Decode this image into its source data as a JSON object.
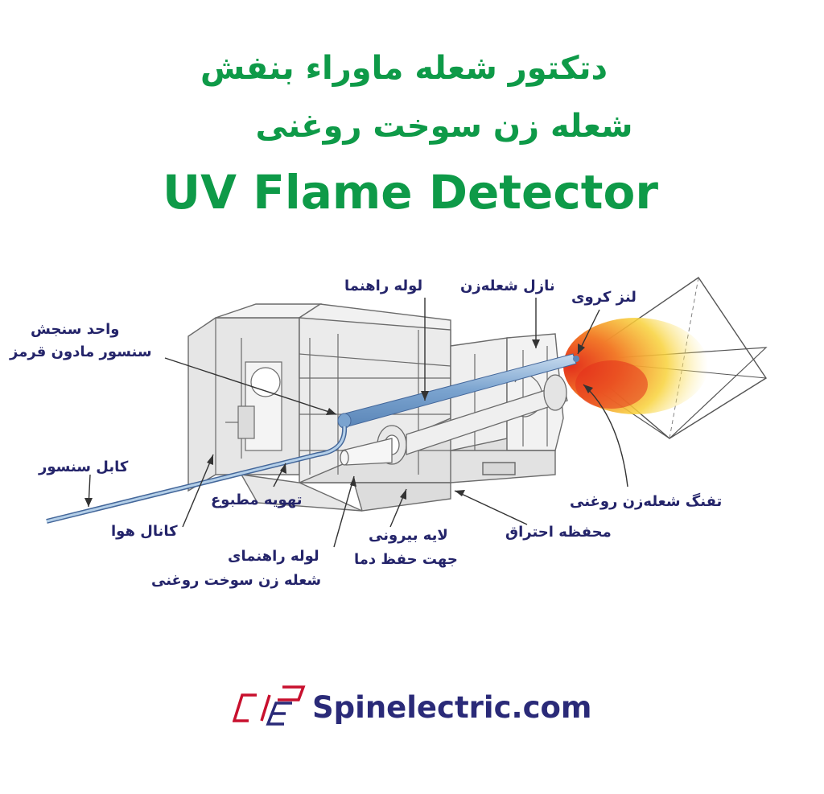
{
  "header": {
    "title_line1": "دتکتور شعله ماوراء بنفش",
    "title_line2": "شعله زن سوخت روغنی",
    "title_en": "UV Flame Detector"
  },
  "labels": {
    "pilot_tube": "لوله راهنما",
    "burner_nozzle": "نازل شعله‌زن",
    "spherical_lens": "لنز کروی",
    "ir_unit_line1": "واحد سنجش",
    "ir_unit_line2": "سنسور مادون قرمز",
    "sensor_cable": "کابل سنسور",
    "forced_vent": "تهویه مطبوع",
    "air_channel": "کانال هوا",
    "oil_pilot_line1": "لوله راهنمای",
    "oil_pilot_line2": "شعله زن سوخت روغنی",
    "insulation_line1": "لایه بیرونی",
    "insulation_line2": "جهت حفظ دما",
    "combustion_chamber": "محفظه احتراق",
    "oil_burner_gun": "تفنگ شعله‌زن روغنی"
  },
  "footer": {
    "site": "Spinelectric.com",
    "logo_icon": "spinelectric-logo-icon"
  },
  "colors": {
    "title_green": "#0e9a48",
    "label_navy": "#24246a",
    "footer_navy": "#2a2a78",
    "logo_red": "#c8102e",
    "tube_blue": "#8fb4d8",
    "flame_yellow": "#f8d23a",
    "flame_red": "#e3301c"
  }
}
